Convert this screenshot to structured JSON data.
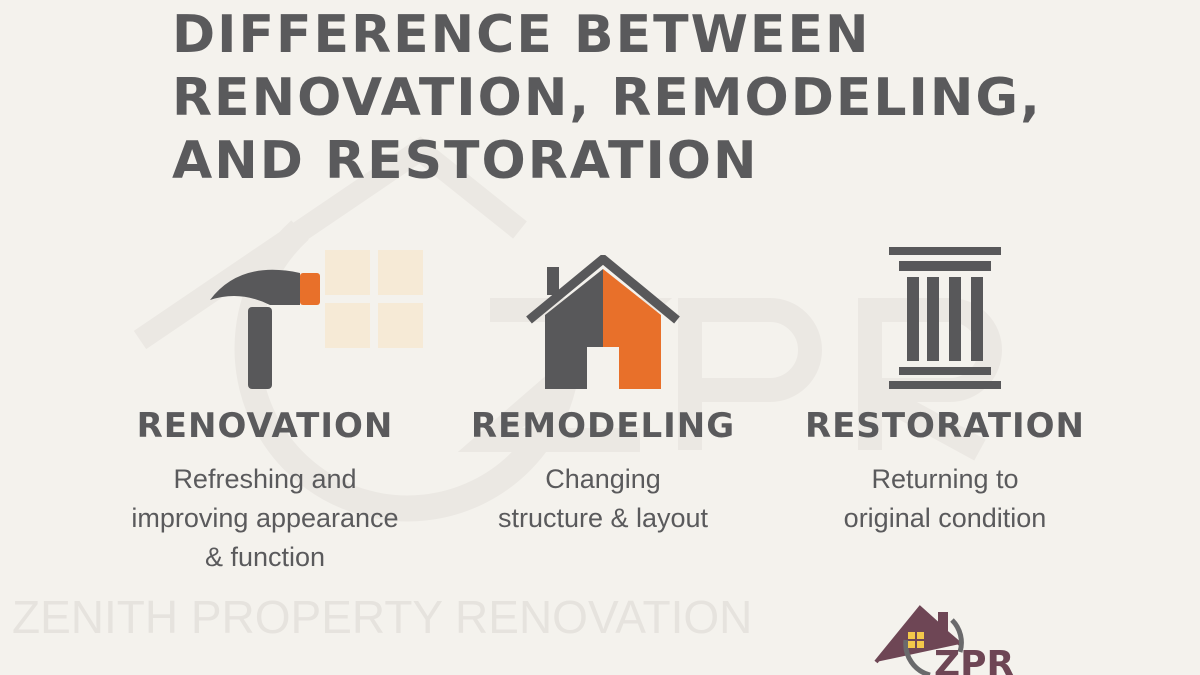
{
  "title_lines": [
    "DIFFERENCE BETWEEN",
    "RENOVATION, REMODELING,",
    "AND RESTORATION"
  ],
  "watermark": {
    "text": "ZENITH PROPERTY RENOVATION",
    "letters": "ZPR"
  },
  "columns": [
    {
      "icon": "hammer-icon",
      "heading": "RENOVATION",
      "desc_lines": [
        "Refreshing and",
        "improving appearance",
        "& function"
      ]
    },
    {
      "icon": "house-icon",
      "heading": "REMODELING",
      "desc_lines": [
        "Changing",
        "structure & layout"
      ]
    },
    {
      "icon": "column-pillar-icon",
      "heading": "RESTORATION",
      "desc_lines": [
        "Returning to",
        "original condition"
      ]
    }
  ],
  "logo": {
    "text": "ZPR"
  },
  "colors": {
    "accent": "#e8702a",
    "gray": "#58585a",
    "logo_maroon": "#6e4655",
    "logo_yellow": "#f3c84a"
  }
}
